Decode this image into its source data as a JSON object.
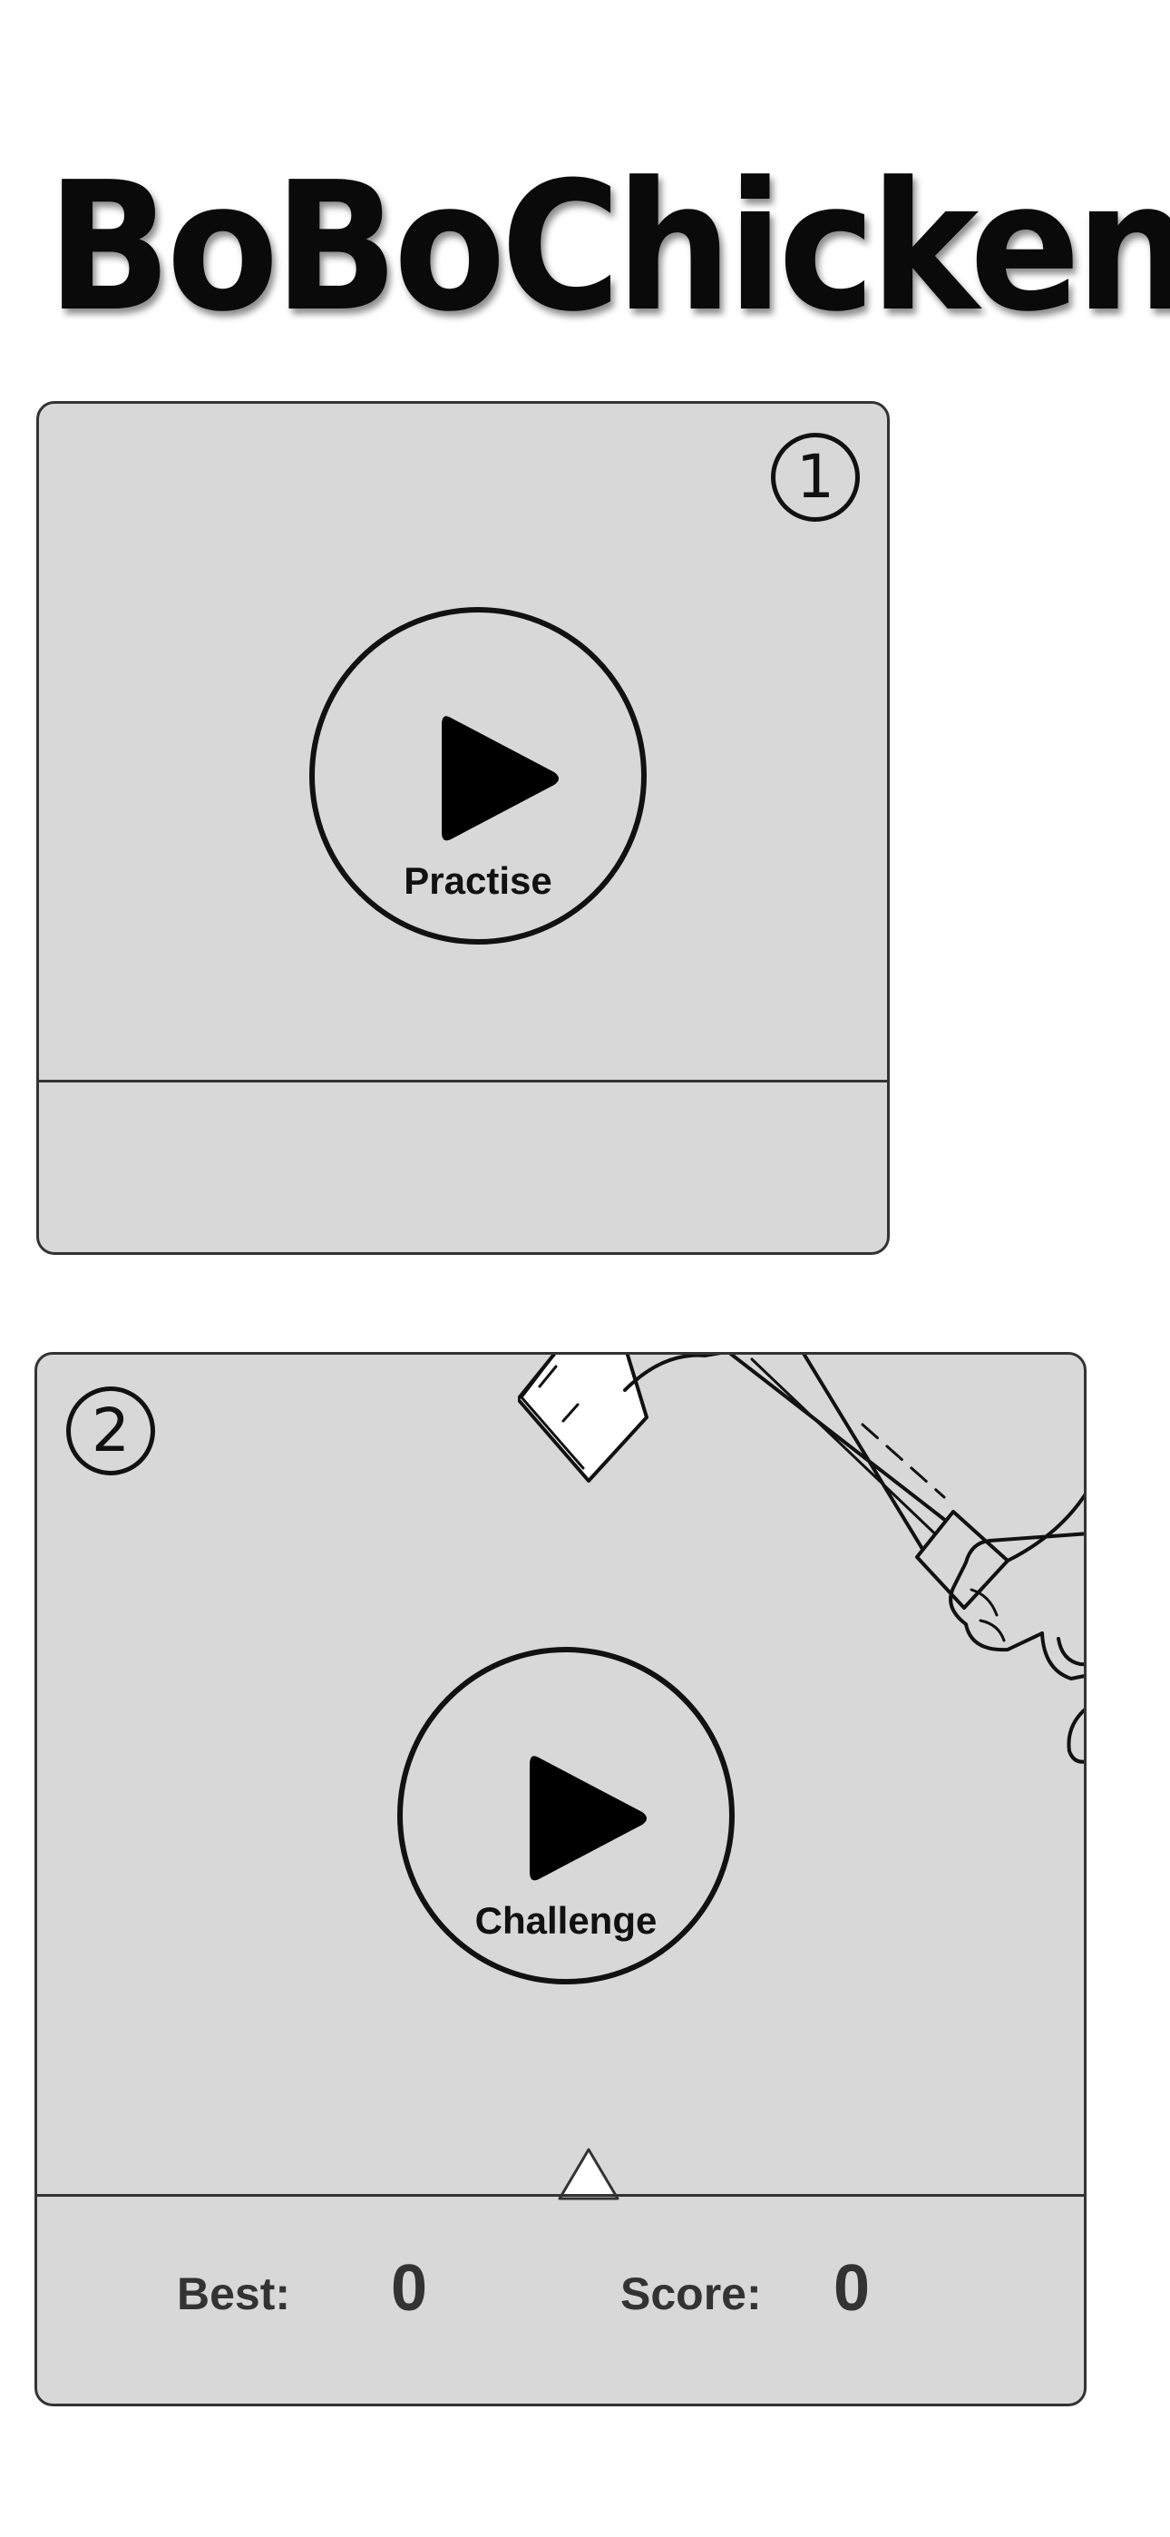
{
  "app": {
    "title": "BoBoChicken"
  },
  "practise": {
    "badge": "1",
    "button_label": "Practise"
  },
  "challenge": {
    "badge": "2",
    "button_label": "Challenge",
    "best_label": "Best:",
    "best_value": "0",
    "score_label": "Score:",
    "score_value": "0"
  },
  "colors": {
    "panel": "#d8d8d8",
    "border": "#333333",
    "ink": "#111111"
  },
  "icons": {
    "play": "play-triangle-icon",
    "hand": "hand-holding-knife-icon",
    "spike": "triangle-spike-icon"
  }
}
